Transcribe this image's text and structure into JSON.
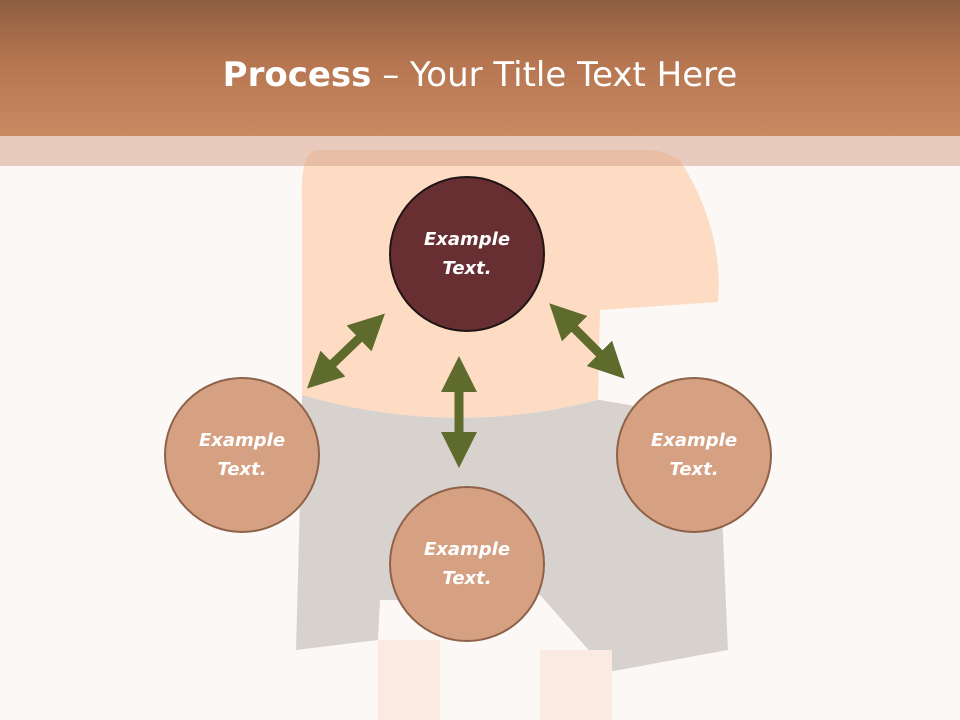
{
  "slide": {
    "title_bold": "Process",
    "title_separator": " – ",
    "title_rest": "Your Title Text Here"
  },
  "circles": {
    "top": "Example\nText.",
    "left": "Example\nText.",
    "right": "Example\nText.",
    "bottom": "Example\nText."
  },
  "colors": {
    "title_bar": "#c98a62",
    "center_circle": "#672f32",
    "outer_circle": "#d6a182",
    "arrow": "#5e6b2c"
  }
}
